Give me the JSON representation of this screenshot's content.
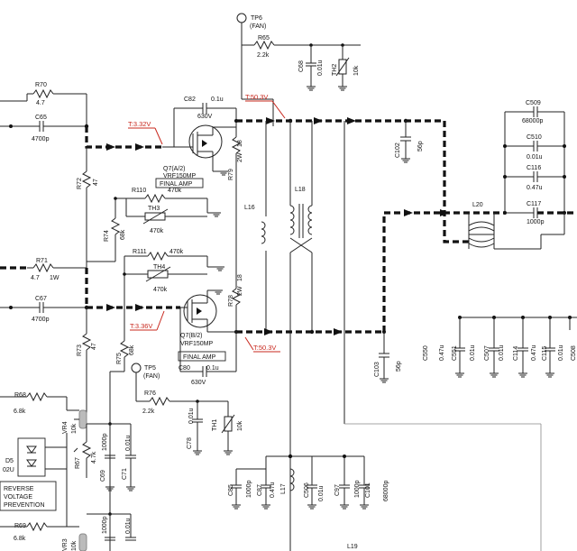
{
  "components": {
    "tp6": "TP6",
    "tp6_note": "(FAN)",
    "r65": "R65",
    "r65v": "2.2k",
    "c68": "C68",
    "c68v": "0.01u",
    "th2": "TH2",
    "th2v": "10k",
    "r70": "R70",
    "r70v": "4.7",
    "c65": "C65",
    "c65v": "4700p",
    "c82": "C82",
    "c82v": "0.1u",
    "c82v2": "630V",
    "q7a": "Q7(A/2)",
    "q7a_type": "VRF150MP",
    "final_amp_a": "FINAL AMP",
    "r79": "R79",
    "r79v": "18",
    "r79w": "2W",
    "l16": "L16",
    "l18": "L18",
    "c102": "C102",
    "c102v": "56p",
    "c509": "C509",
    "c509v": "68000p",
    "c510": "C510",
    "c510v": "0.01u",
    "c116": "C116",
    "c116v": "0.47u",
    "c117": "C117",
    "c117v": "1000p",
    "l20": "L20",
    "r72": "R72",
    "r72v": "47",
    "r110": "R110",
    "r110v": "470k",
    "th3": "TH3",
    "th3v": "470k",
    "r74": "R74",
    "r74v": "68k",
    "r111": "R111",
    "r111v": "470k",
    "th4": "TH4",
    "th4v": "470k",
    "r71": "R71",
    "r71v": "4.7",
    "r71w": "1W",
    "c67": "C67",
    "c67v": "4700p",
    "r78": "R78",
    "r78v": "18",
    "r78w": "2W",
    "q7b": "Q7(B/2)",
    "q7b_type": "VRF150MP",
    "final_amp_b": "FINAL AMP",
    "r73": "R73",
    "r73v": "47",
    "r75": "R75",
    "r75v": "68k",
    "tp5": "TP5",
    "tp5_note": "(FAN)",
    "c80": "C80",
    "c80v": "0.1u",
    "c80v2": "630V",
    "c103": "C103",
    "c103v": "56p",
    "c550": "C550",
    "c550v": "0.47u",
    "c551": "C551",
    "c551v": "0.01u",
    "c507": "C507",
    "c507v": "0.01u",
    "c114": "C114",
    "c114v": "0.47u",
    "c115": "C115",
    "c115v": "0.01u",
    "c508": "C508",
    "r68": "R68",
    "r68v": "6.8k",
    "vr4": "VR4",
    "vr4v": "10k",
    "r76": "R76",
    "r76v": "2.2k",
    "c78": "C78",
    "c78v": "0.01u",
    "th1": "TH1",
    "th1v": "10k",
    "d5": "D5",
    "d5_part": "02U",
    "r67": "R67",
    "r67v": "4.7k",
    "c69": "C69",
    "c69v": "1000p",
    "c71": "C71",
    "c71v": "0.01u",
    "c85": "C85",
    "c85v": "1000p",
    "c87": "C87",
    "c87v": "0.47u",
    "l17": "L17",
    "c506": "C506",
    "c506v": "0.01u",
    "c97": "C97",
    "c97v": "1000p",
    "c101": "C101",
    "c101v": "68000p",
    "r69": "R69",
    "r69v": "6.8k",
    "vr3": "VR3",
    "vr3v": "10k",
    "c_bot1v": "1000p",
    "c_bot2v": "0.01u",
    "l19": "L19",
    "reverse_1": "REVERSE",
    "reverse_2": "VOLTAGE",
    "reverse_3": "PREVENTION"
  },
  "test_points": {
    "t_gate_a": "T:3.32V",
    "t_drain_a": "T:50.3V",
    "t_gate_b": "T:3.36V",
    "t_drain_b": "T:50.3V"
  },
  "colors": {
    "annotation_red": "#c8281e",
    "wire": "#222222"
  }
}
